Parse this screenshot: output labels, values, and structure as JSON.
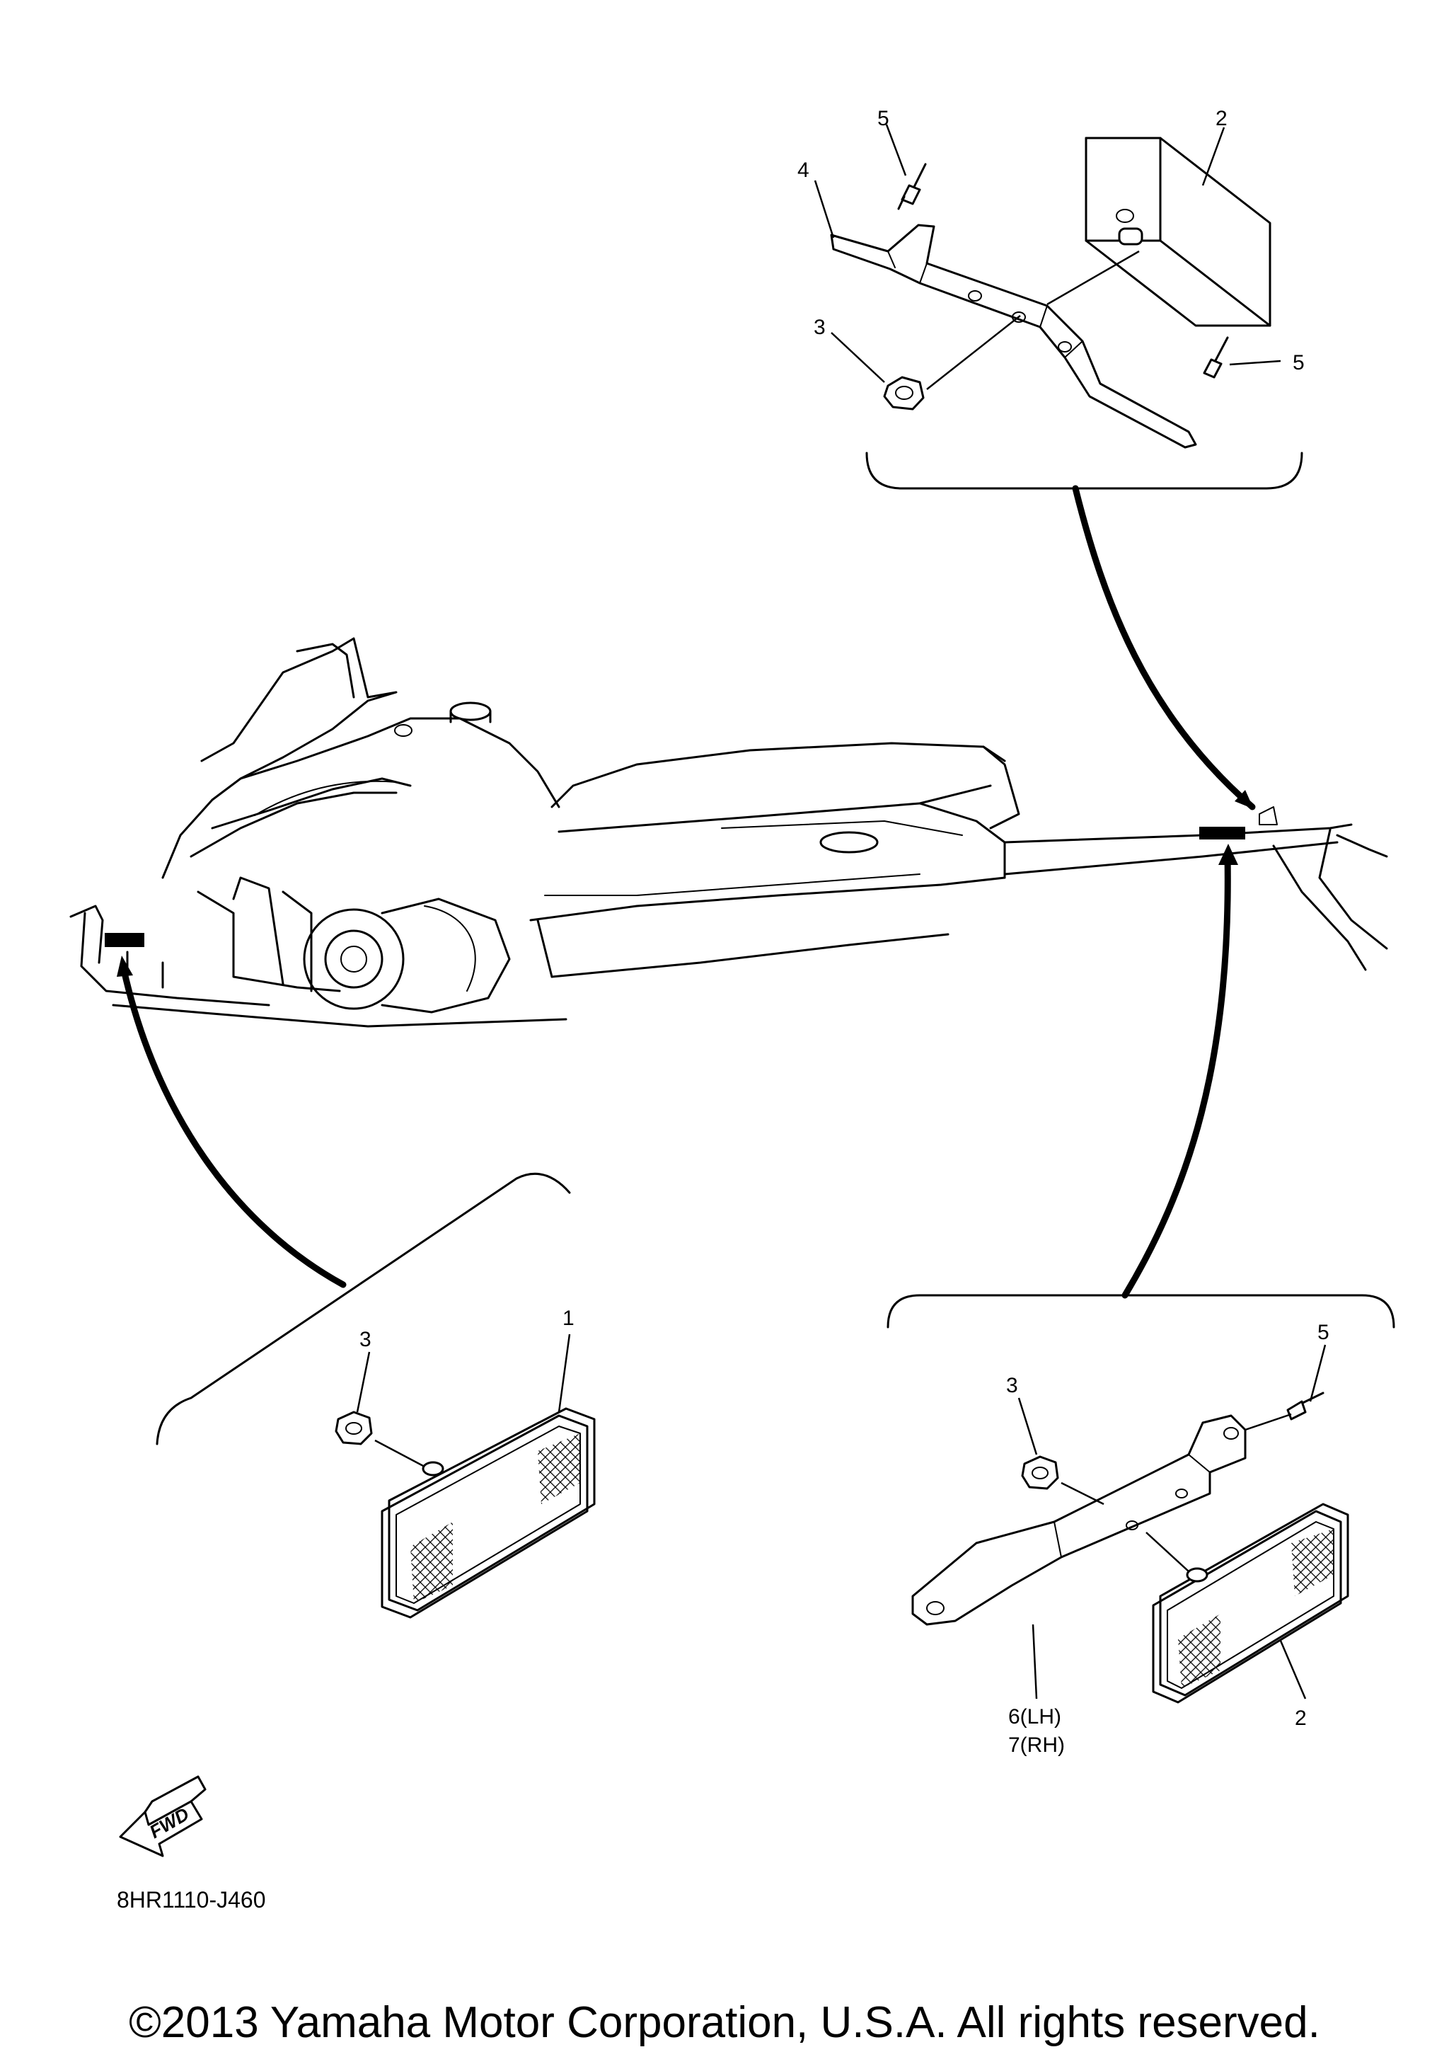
{
  "labels": {
    "top_5a": "5",
    "top_2": "2",
    "top_4": "4",
    "top_3": "3",
    "top_5b": "5",
    "left_3": "3",
    "left_1": "1",
    "right_5": "5",
    "right_3": "3",
    "right_6": "6(LH)",
    "right_7": "7(RH)",
    "right_2": "2"
  },
  "fwd_label": "FWD",
  "diagram_code": "8HR1110-J460",
  "copyright": "©2013 Yamaha Motor Corporation, U.S.A. All rights reserved."
}
